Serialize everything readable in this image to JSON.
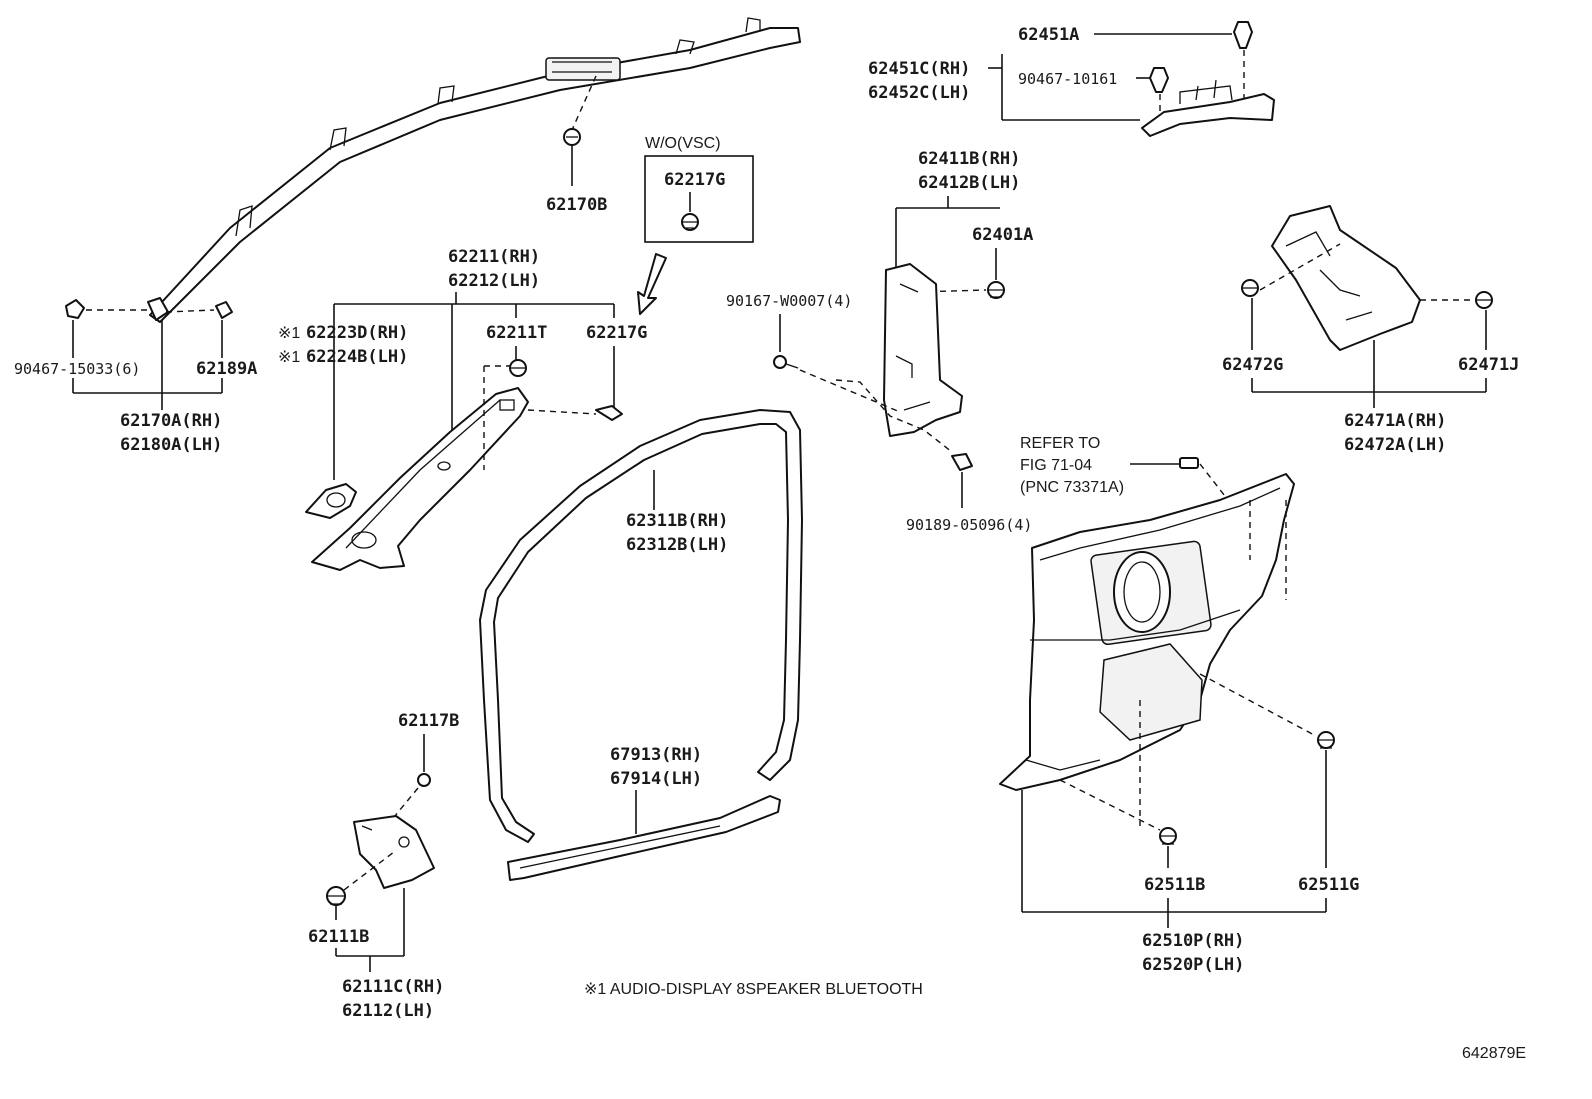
{
  "labels": {
    "p62170B": "62170B",
    "wo_vsc": "W/O(VSC)",
    "p62217G_box": "62217G",
    "p62211_rh": "62211(RH)",
    "p62212_lh": "62212(LH)",
    "p62223D": "62223D(RH)",
    "p62224B": "62224B(LH)",
    "p62211T": "62211T",
    "p62217G": "62217G",
    "p90467_15033": "90467-15033(6)",
    "p62189A": "62189A",
    "p62170A": "62170A(RH)",
    "p62180A": "62180A(LH)",
    "p62311B": "62311B(RH)",
    "p62312B": "62312B(LH)",
    "p62117B": "62117B",
    "p67913": "67913(RH)",
    "p67914": "67914(LH)",
    "p62111B": "62111B",
    "p62111C": "62111C(RH)",
    "p62112": "62112(LH)",
    "p62451A": "62451A",
    "p62451C": "62451C(RH)",
    "p62452C": "62452C(LH)",
    "p90467_10161": "90467-10161",
    "p62411B": "62411B(RH)",
    "p62412B": "62412B(LH)",
    "p62401A": "62401A",
    "p90167": "90167-W0007(4)",
    "p90189": "90189-05096(4)",
    "p62472G": "62472G",
    "p62471J": "62471J",
    "p62471A": "62471A(RH)",
    "p62472A": "62472A(LH)",
    "refer1": "REFER TO",
    "refer2": "FIG 71-04",
    "refer3": "(PNC 73371A)",
    "p62511B": "62511B",
    "p62511G": "62511G",
    "p62510P": "62510P(RH)",
    "p62520P": "62520P(LH)",
    "note_mark1": "※1",
    "note_mark2": "※1",
    "footnote": "※1  AUDIO-DISPLAY 8SPEAKER BLUETOOTH",
    "figure_id": "642879E"
  }
}
